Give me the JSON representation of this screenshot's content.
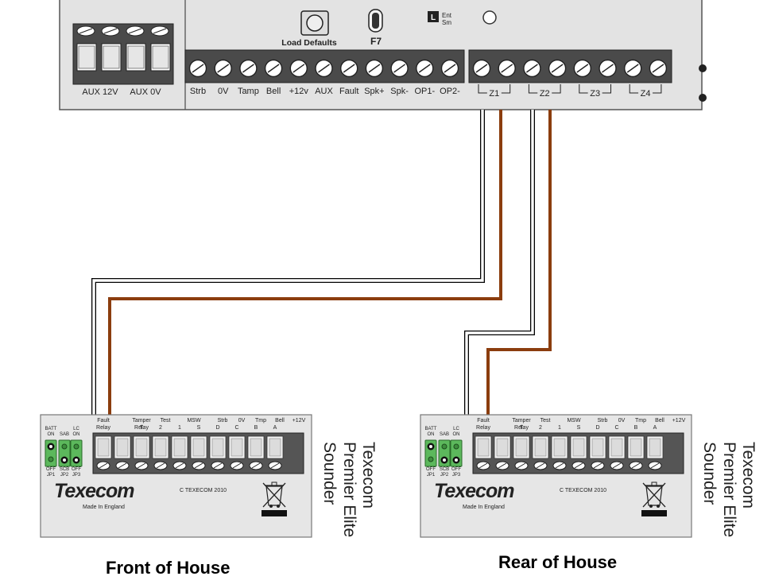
{
  "panel": {
    "button_label": "Load Defaults",
    "switch_label": "F7",
    "partial_label_letter": "L",
    "partial_label_1": "Ent",
    "partial_label_2": "Sm",
    "aux_block_labels": [
      "AUX 12V",
      "AUX 0V"
    ],
    "main_terminals": [
      "Strb",
      "0V",
      "Tamp",
      "Bell",
      "+12v",
      "AUX",
      "Fault",
      "Spk+",
      "Spk-",
      "OP1-",
      "OP2-"
    ],
    "zone_labels": [
      "Z1",
      "Z2",
      "Z3",
      "Z4"
    ]
  },
  "sounder_template": {
    "jumpers": {
      "batt": "BATT",
      "on": "ON",
      "off": "OFF",
      "sab": "SAB",
      "scb": "SCB",
      "lc": "LC",
      "jp1": "JP1",
      "jp2": "JP2",
      "jp3": "JP3"
    },
    "terminal_top_labels": [
      "Fault",
      "Tamper",
      "Test",
      "MSW",
      "Strb",
      "0V",
      "Tmp",
      "Bell",
      "+12V"
    ],
    "terminal_bottom_labels": [
      "Relay",
      "Relay",
      "T",
      "2",
      "1",
      "S",
      "D",
      "C",
      "B",
      "A"
    ],
    "brand": "Texecom",
    "made_in": "Made In England",
    "copyright": "C TEXECOM 2010",
    "side_text": [
      "Texecom",
      "Premier Elite",
      "Sounder"
    ]
  },
  "sounders": [
    {
      "caption": "Front of House"
    },
    {
      "caption": "Rear of House"
    }
  ],
  "colors": {
    "wire_brown": "#8b3d0e",
    "panel_fill": "#e3e3e3",
    "terminal_dark": "#4a4a4a",
    "terminal_light": "#bdbdbd",
    "jumper_green": "#4caf50"
  }
}
